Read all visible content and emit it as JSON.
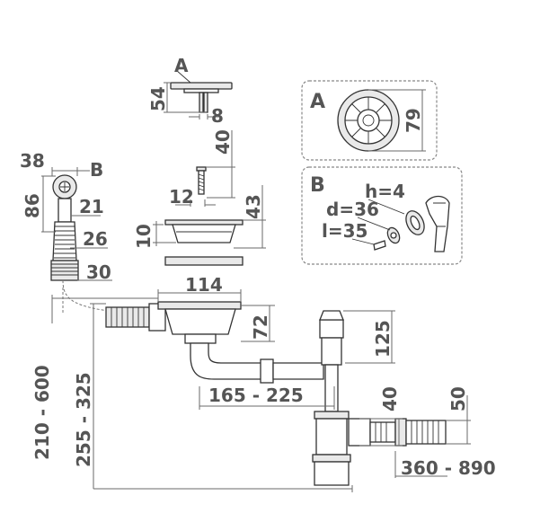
{
  "labels": {
    "a_top": "A",
    "d54": "54",
    "d8": "8",
    "d40_screw": "40",
    "d12": "12",
    "d43": "43",
    "d10": "10",
    "d38": "38",
    "b_left": "B",
    "d86": "86",
    "d21": "21",
    "d26": "26",
    "d30": "30",
    "d114": "114",
    "d72": "72",
    "d125": "125",
    "d165_225": "165 - 225",
    "d40_outlet": "40",
    "d50": "50",
    "d360_890": "360 - 890",
    "d210_600": "210 - 600",
    "d255_325": "255 - 325"
  },
  "panel_a": {
    "letter": "A",
    "dim79": "79"
  },
  "panel_b": {
    "letter": "B",
    "h": "h=4",
    "d": "d=36",
    "l": "l=35"
  },
  "colors": {
    "label": "#555555",
    "line": "#333333",
    "dim": "#6a6a6a",
    "panel_border": "#888888"
  }
}
